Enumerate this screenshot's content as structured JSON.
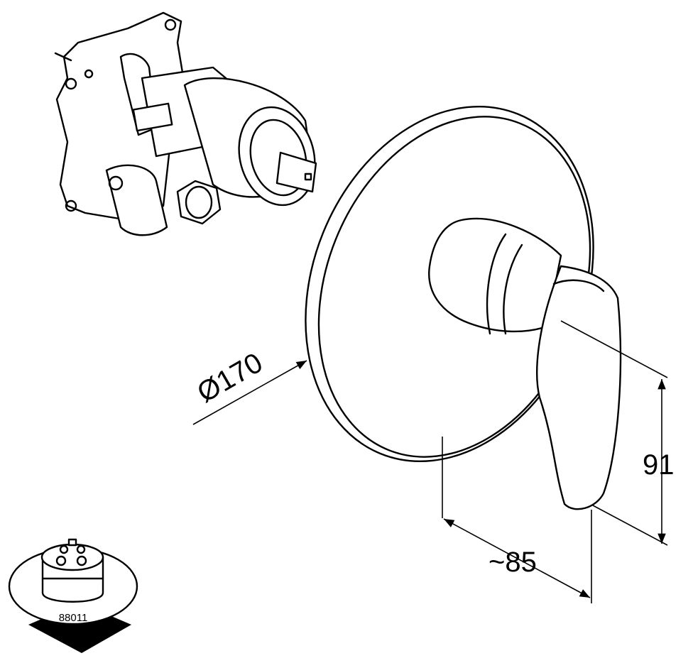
{
  "drawing": {
    "dimensions": {
      "diameter": "Ø170",
      "height": "91",
      "depth": "~85"
    },
    "part_number": "88011"
  },
  "colors": {
    "line": "#000000",
    "background": "#ffffff"
  }
}
